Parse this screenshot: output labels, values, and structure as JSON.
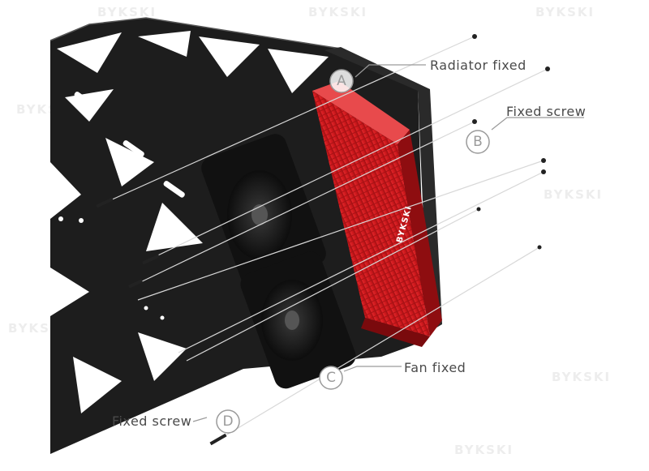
{
  "brand": {
    "watermark_text": "BYKSKI",
    "logo_text": "BYKSKI"
  },
  "colors": {
    "radiator": "#c8161a",
    "radiator_dark": "#8e0d10",
    "chassis": "#1e1e1e",
    "callout": "#9a9a9a",
    "label": "#4a4a4a"
  },
  "callouts": {
    "a": {
      "letter": "A",
      "label": "Radiator fixed"
    },
    "b": {
      "letter": "B",
      "label": "Fixed screw"
    },
    "c": {
      "letter": "C",
      "label": "Fan fixed"
    },
    "d": {
      "letter": "D",
      "label": "Fixed screw"
    }
  }
}
